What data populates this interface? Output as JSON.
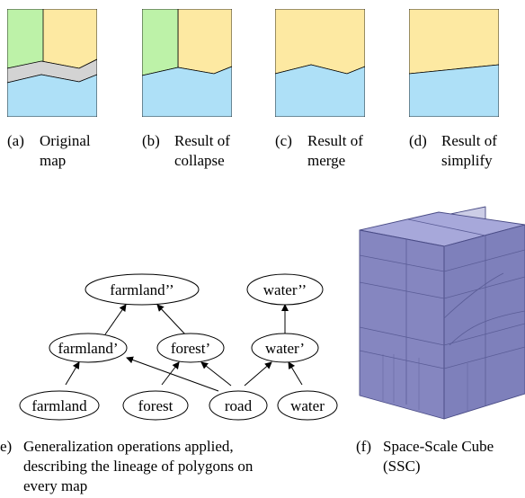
{
  "panels": [
    {
      "label": "(a)",
      "line1": "Original",
      "line2": "map"
    },
    {
      "label": "(b)",
      "line1": "Result of",
      "line2": "collapse"
    },
    {
      "label": "(c)",
      "line1": "Result of",
      "line2": "merge"
    },
    {
      "label": "(d)",
      "line1": "Result of",
      "line2": "simplify"
    }
  ],
  "colors": {
    "farmland": "#fde9a2",
    "forest": "#bdf2a8",
    "water": "#aee0f7",
    "road": "#d3d3d3",
    "ssc": "#8586c0"
  },
  "graph": {
    "nodes": {
      "farmland2": "farmland’’",
      "water2": "water’’",
      "farmland1": "farmland’",
      "forest1": "forest’",
      "water1": "water’",
      "farmland": "farmland",
      "forest": "forest",
      "road": "road",
      "water": "water"
    },
    "caption": {
      "label": "e)",
      "line1": "Generalization operations applied,",
      "line2": "describing the lineage of polygons on",
      "line3": "every map"
    }
  },
  "ssc": {
    "caption": {
      "label": "(f)",
      "line1": "Space-Scale Cube",
      "line2": "(SSC)"
    }
  }
}
